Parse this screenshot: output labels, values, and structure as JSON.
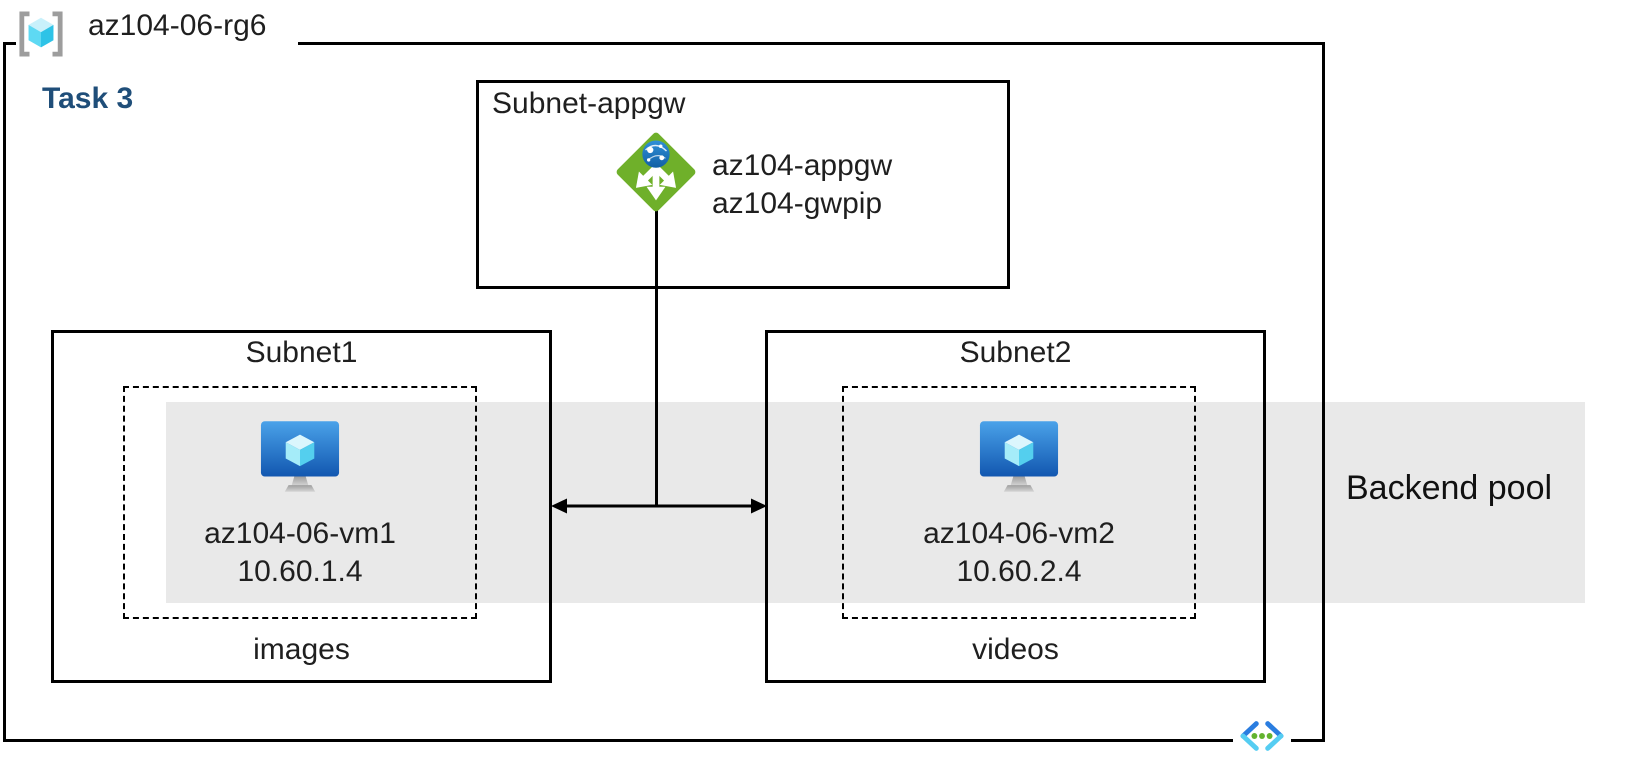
{
  "resource_group": {
    "name": "az104-06-rg6"
  },
  "task": {
    "label": "Task 3"
  },
  "appgw_subnet": {
    "title": "Subnet-appgw",
    "gateway_name": "az104-appgw",
    "gateway_pip": "az104-gwpip"
  },
  "subnets": [
    {
      "title": "Subnet1",
      "vm_name": "az104-06-vm1",
      "vm_ip": "10.60.1.4",
      "caption": "images"
    },
    {
      "title": "Subnet2",
      "vm_name": "az104-06-vm2",
      "vm_ip": "10.60.2.4",
      "caption": "videos"
    }
  ],
  "backend_pool": {
    "label": "Backend pool"
  },
  "icons": {
    "resource_group": "resource-group-icon",
    "application_gateway": "application-gateway-icon",
    "virtual_machine": "virtual-machine-icon",
    "virtual_network": "virtual-network-icon"
  },
  "colors": {
    "task_label": "#1f4e79",
    "backend_band": "#e9e9e9",
    "appgw_green": "#6fb02a",
    "globe_blue": "#1b7cc8",
    "vm_screen_top": "#4aa2e9",
    "vm_screen_bottom": "#1257b0",
    "cube_cyan": "#55cfee",
    "vnet_blue": "#2a7de0",
    "vnet_cyan": "#55cdf2",
    "vnet_dot_green": "#63b32e",
    "rg_bracket_gray": "#9d9d9d",
    "line_black": "#000000"
  }
}
